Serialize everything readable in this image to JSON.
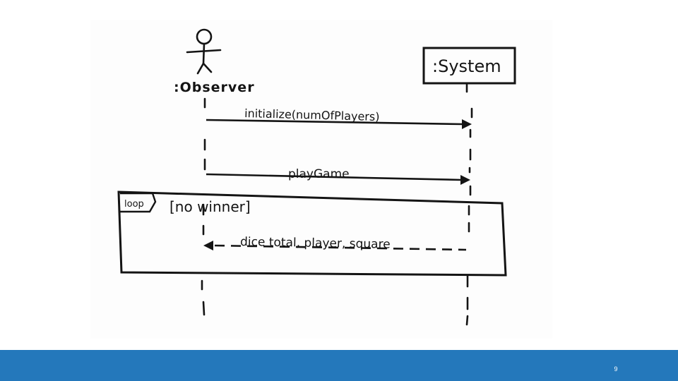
{
  "slide": {
    "page_number": "9"
  },
  "diagram": {
    "lifelines": [
      {
        "label": ":Observer",
        "kind": "actor"
      },
      {
        "label": ":System",
        "kind": "object"
      }
    ],
    "messages": [
      {
        "label": "initialize(numOfPlayers)",
        "from": ":Observer",
        "to": ":System",
        "style": "solid"
      },
      {
        "label": "playGame",
        "from": ":Observer",
        "to": ":System",
        "style": "solid"
      },
      {
        "label": "dice total, player, square",
        "from": ":System",
        "to": ":Observer",
        "style": "dashed-return"
      }
    ],
    "fragment": {
      "operator": "loop",
      "guard": "[no winner]"
    }
  },
  "colors": {
    "ink": "#141414",
    "footer": "#2478bb",
    "footer_accent": "#2aa0db"
  }
}
